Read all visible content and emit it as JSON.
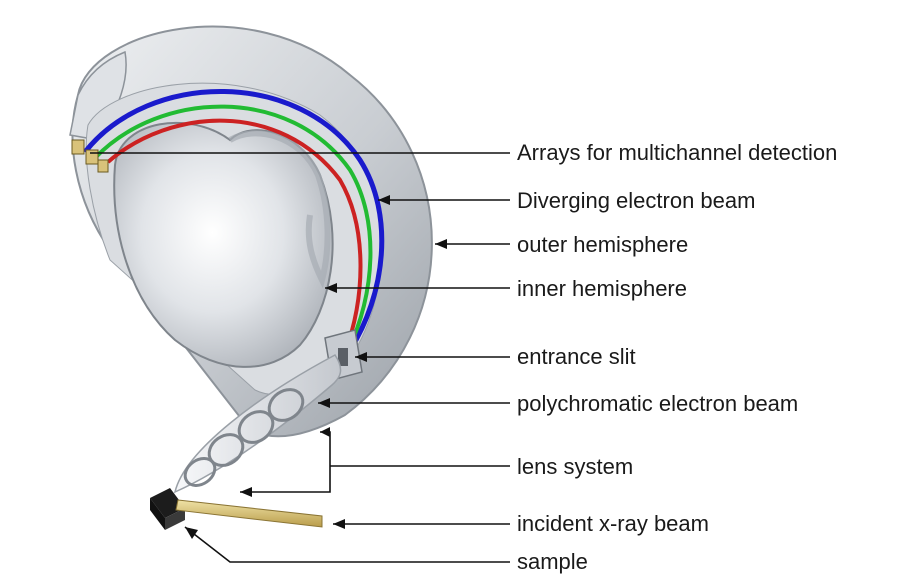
{
  "labels": {
    "arrays": "Arrays for multichannel detection",
    "diverging": "Diverging electron beam",
    "outer": "outer hemisphere",
    "inner": "inner hemisphere",
    "slit": "entrance slit",
    "polychromatic": "polychromatic electron beam",
    "lens": "lens system",
    "xray": "incident x-ray beam",
    "sample": "sample"
  },
  "colors": {
    "beam_blue": "#1a1acc",
    "beam_green": "#22bb33",
    "beam_red": "#cc2222",
    "xray_beam": "#d9c27a",
    "shell": "#b8bcc2"
  }
}
